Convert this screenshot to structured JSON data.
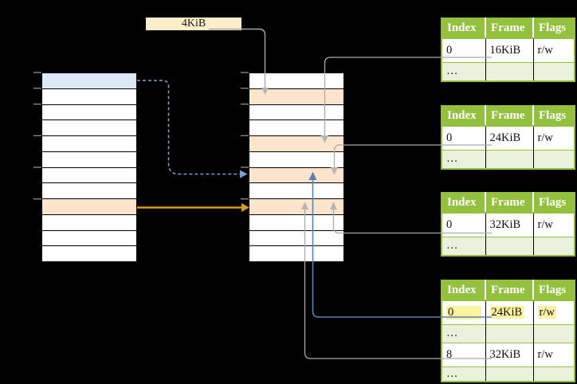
{
  "frame_label": {
    "text": "4KiB"
  },
  "virtual_memory": {
    "rows": 12,
    "blue_rows": [
      0
    ],
    "orange_rows": [
      8
    ],
    "tick_ys": [
      91,
      110.8,
      130.7,
      170.3,
      210,
      249.7
    ]
  },
  "physical_memory": {
    "rows": 12,
    "blue_rows": [],
    "orange_rows": [
      1,
      4,
      6,
      8
    ],
    "tick_ys": [
      91,
      110.8,
      130.7,
      170.3,
      210,
      249.7
    ]
  },
  "tables": [
    {
      "name": "page-table-at-16kib",
      "headers": [
        "Index",
        "Frame",
        "Flags"
      ],
      "rows": [
        {
          "cells": [
            "0",
            "16KiB",
            "r/w"
          ],
          "alt": false,
          "highlight": false
        },
        {
          "cells": [
            "…",
            "",
            ""
          ],
          "alt": true,
          "highlight": false
        }
      ]
    },
    {
      "name": "page-table-at-24kib",
      "headers": [
        "Index",
        "Frame",
        "Flags"
      ],
      "rows": [
        {
          "cells": [
            "0",
            "24KiB",
            "r/w"
          ],
          "alt": false,
          "highlight": false
        },
        {
          "cells": [
            "…",
            "",
            ""
          ],
          "alt": true,
          "highlight": false
        }
      ]
    },
    {
      "name": "page-table-at-32kib",
      "headers": [
        "Index",
        "Frame",
        "Flags"
      ],
      "rows": [
        {
          "cells": [
            "0",
            "32KiB",
            "r/w"
          ],
          "alt": false,
          "highlight": false
        },
        {
          "cells": [
            "…",
            "",
            ""
          ],
          "alt": true,
          "highlight": false
        }
      ]
    },
    {
      "name": "page-table-level1",
      "headers": [
        "Index",
        "Frame",
        "Flags"
      ],
      "rows": [
        {
          "cells": [
            "0",
            "24KiB",
            "r/w"
          ],
          "alt": false,
          "highlight": true
        },
        {
          "cells": [
            "…",
            "",
            ""
          ],
          "alt": true,
          "highlight": false
        },
        {
          "cells": [
            "8",
            "32KiB",
            "r/w"
          ],
          "alt": false,
          "highlight": false
        },
        {
          "cells": [
            "…",
            "",
            ""
          ],
          "alt": true,
          "highlight": false
        }
      ]
    }
  ],
  "colors": {
    "background": "#000000",
    "table_header_green": "#94c13d",
    "table_alt_row_green": "#ecf1de",
    "frame_label_cream": "#fdeeca",
    "virtual_page_blue": "#dce9f7",
    "frame_orange": "#fce4cd",
    "highlight_yellow": "#fcf3a0",
    "arrow_gray": "#a9a9a9",
    "arrow_orange": "#d79b17",
    "arrow_blue_solid": "#5b80b6",
    "arrow_blue_dashed": "#7da0d2",
    "tick_gray": "#909090"
  }
}
